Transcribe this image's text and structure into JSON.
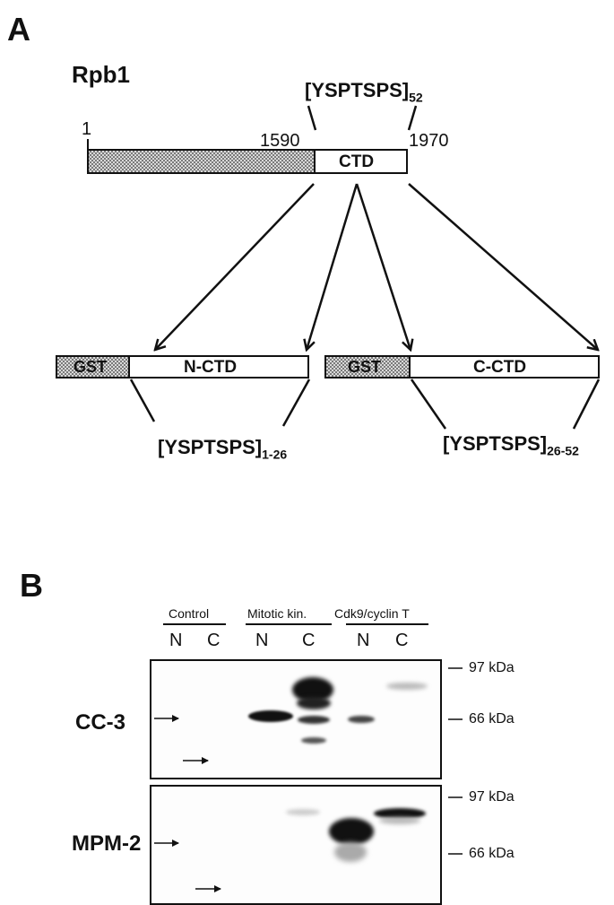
{
  "panel_a": {
    "letter": "A",
    "protein": "Rpb1",
    "repeat_full": {
      "motif": "[YSPTSPS]",
      "sub": "52"
    },
    "pos_start": "1",
    "pos_ctd_start": "1590",
    "pos_end": "1970",
    "ctd_label": "CTD",
    "construct_n": {
      "tag": "GST",
      "label": "N-CTD",
      "motif": "[YSPTSPS]",
      "sub": "1-26"
    },
    "construct_c": {
      "tag": "GST",
      "label": "C-CTD",
      "motif": "[YSPTSPS]",
      "sub": "26-52"
    }
  },
  "panel_b": {
    "letter": "B",
    "groups": [
      {
        "label": "Control",
        "lanes": [
          "N",
          "C"
        ]
      },
      {
        "label": "Mitotic kin.",
        "lanes": [
          "N",
          "C"
        ]
      },
      {
        "label": "Cdk9/cyclin T",
        "lanes": [
          "N",
          "C"
        ]
      }
    ],
    "blots": [
      {
        "label": "CC-3",
        "markers": [
          "97 kDa",
          "66 kDa"
        ]
      },
      {
        "label": "MPM-2",
        "markers": [
          "97 kDa",
          "66 kDa"
        ]
      }
    ],
    "colors": {
      "band": "#111111",
      "hatch": "#8a8a8a"
    }
  }
}
